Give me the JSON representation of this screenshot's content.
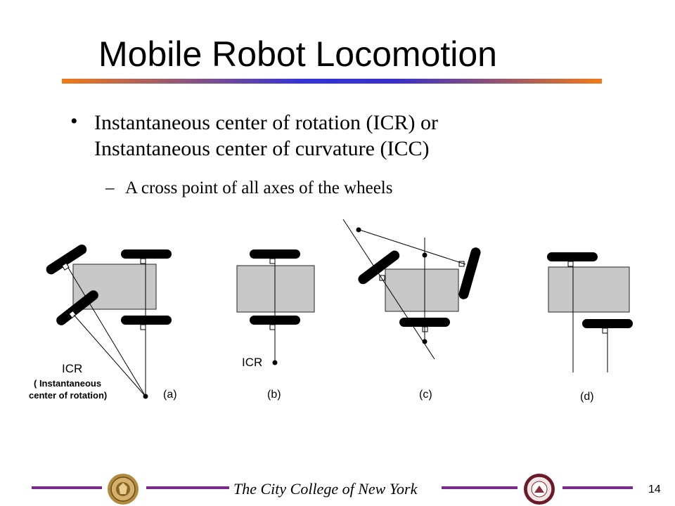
{
  "title": "Mobile Robot Locomotion",
  "bullet": {
    "line1": "Instantaneous center of rotation (ICR) or",
    "line2": "Instantaneous center of curvature (ICC)"
  },
  "sub_bullet": "A cross point of all axes of the wheels",
  "diagram": {
    "icr_label_a": "ICR",
    "icr_sub_a_1": "( Instantaneous",
    "icr_sub_a_2": "center of rotation)",
    "icr_label_b": "ICR",
    "panel_labels": [
      "(a)",
      "(b)",
      "(c)",
      "(d)"
    ]
  },
  "footer": {
    "institution": "The City College of New York",
    "page_number": "14",
    "left_logo": "ccny-seal-icon",
    "right_logo": "ccny-robotics-lab-icon"
  },
  "colors": {
    "title_gradient": [
      "#f08020",
      "#3030d0",
      "#f08020"
    ],
    "footer_line": "#7a2a8a",
    "body_fill": "#c8c8c8",
    "wheel": "#000000"
  }
}
